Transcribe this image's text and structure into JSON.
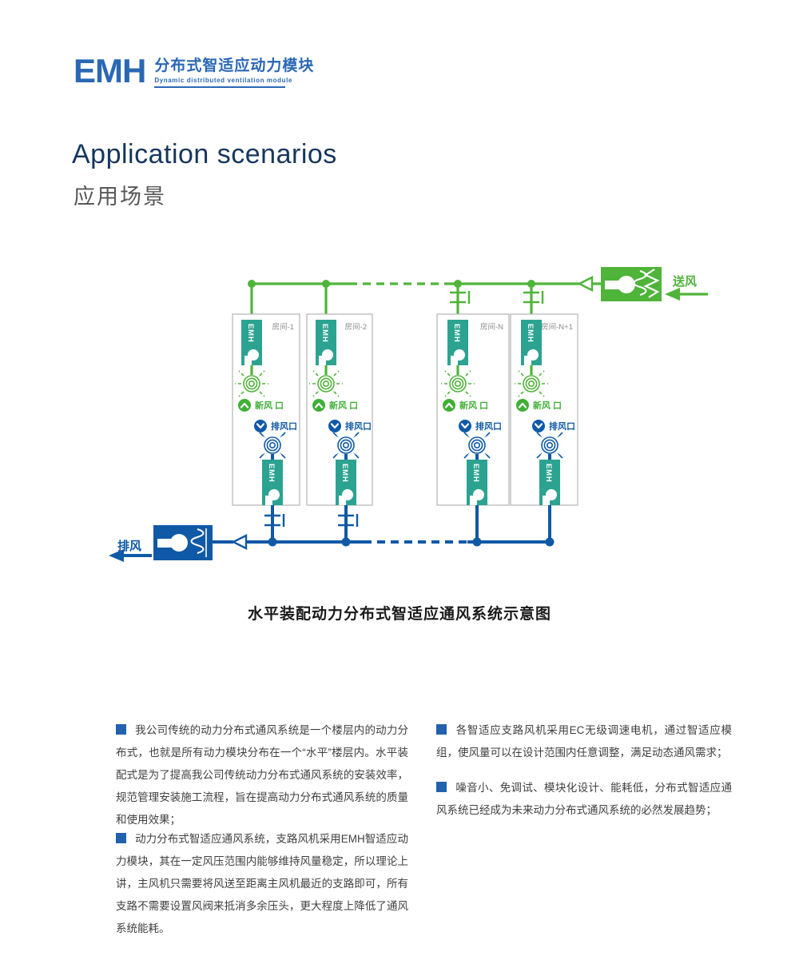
{
  "logo": {
    "brand": "EMH",
    "subtitle_zh": "分布式智适应动力模块",
    "subtitle_en": "Dynamic distributed ventilation module"
  },
  "header": {
    "title_en": "Application scenarios",
    "title_zh": "应用场景"
  },
  "diagram": {
    "caption": "水平装配动力分布式智适应通风系统示意图",
    "supply_air_label": "送风",
    "exhaust_air_label": "排风",
    "module_label": "EMH",
    "fresh_outlet_label": "新风 口",
    "exhaust_outlet_label": "排风口",
    "rooms": [
      {
        "label": "房间-1"
      },
      {
        "label": "房间-2"
      },
      {
        "label": "房间-N"
      },
      {
        "label": "房间-N+1"
      }
    ],
    "colors": {
      "supply_green": "#4fb43a",
      "exhaust_blue": "#1059a6",
      "module_teal": "#2ca391",
      "logo_blue": "#2a68b4",
      "heading_navy": "#16375e"
    }
  },
  "body": {
    "left_paragraphs": [
      {
        "text": "我公司传统的动力分布式通风系统是一个楼层内的动力分布式，也就是所有动力模块分布在一个“水平”楼层内。水平装配式是为了提高我公司传统动力分布式通风系统的安装效率，规范管理安装施工流程，旨在提高动力分布式通风系统的质量和使用效果；"
      },
      {
        "text": "动力分布式智适应通风系统，支路风机采用EMH智适应动力模块，其在一定风压范围内能够维持风量稳定，所以理论上讲，主风机只需要将风送至距离主风机最近的支路即可，所有支路不需要设置风阀来抵消多余压头，更大程度上降低了通风系统能耗。"
      }
    ],
    "right_paragraphs": [
      {
        "text": "各智适应支路风机采用EC无级调速电机，通过智适应模组，使风量可以在设计范围内任意调整，满足动态通风需求；"
      },
      {
        "text": "噪音小、免调试、模块化设计、能耗低，分布式智适应通风系统已经成为未来动力分布式通风系统的必然发展趋势；"
      }
    ]
  }
}
